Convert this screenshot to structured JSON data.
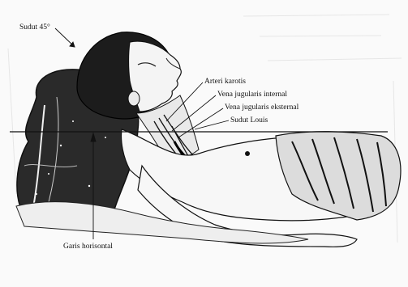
{
  "labels": {
    "angle": "Sudut 45°",
    "carotid_artery": "Arteri karotis",
    "internal_jugular": "Vena jugularis internal",
    "external_jugular": "Vena jugularis eksternal",
    "sternal_angle": "Sudut Louis",
    "horizontal_line": "Garis horisontal"
  }
}
